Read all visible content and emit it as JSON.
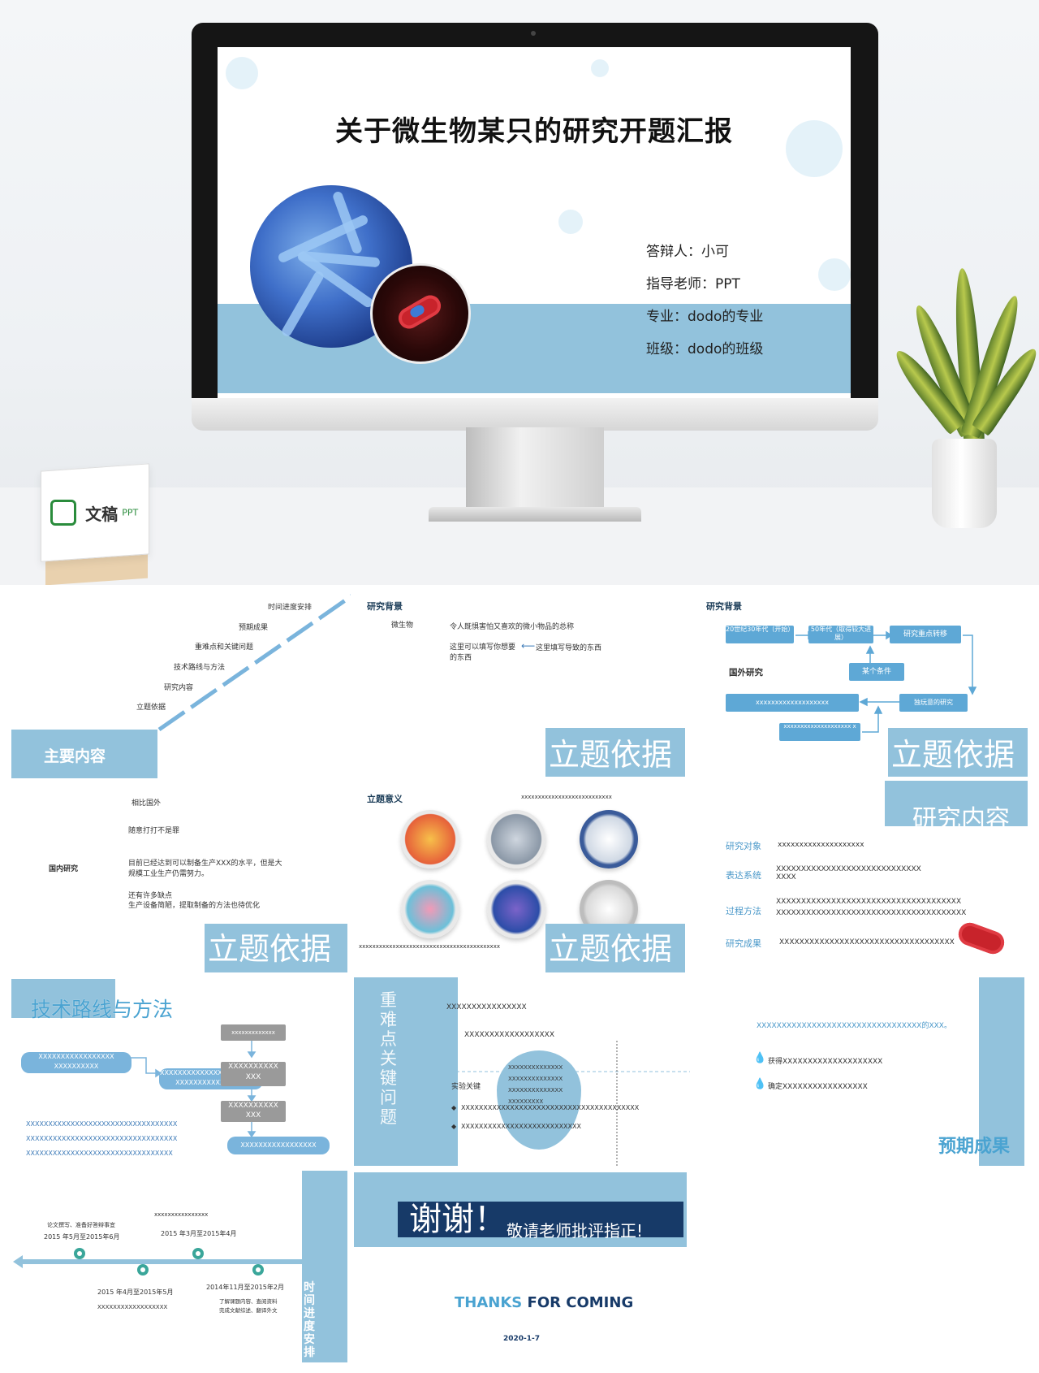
{
  "hero": {
    "title": "关于微生物某只的研究开题汇报",
    "defense": "答辩人：小可",
    "advisor": "指导老师：PPT",
    "major": "专业：dodo的专业",
    "class": "班级：dodo的班级",
    "logo_text": "文稿",
    "logo_sub": "PPT",
    "colors": {
      "accent": "#92c2dc",
      "dark": "#151515"
    }
  },
  "toc": {
    "items": [
      "时间进度安排",
      "预期成果",
      "重难点和关键问题",
      "技术路线与方法",
      "研究内容",
      "立题依据"
    ],
    "label": "主要内容"
  },
  "bg1": {
    "heading": "研究背景",
    "term": "微生物",
    "desc": "令人既惧害怕又喜欢的微小物品的总称",
    "note1": "这里可以填写你想要的东西",
    "note2": "这里填写导致的东西",
    "title": "立题依据"
  },
  "bg2": {
    "heading": "研究背景",
    "n1": "20世纪30年代（开始）",
    "n2": "50年代（取得较大进展）",
    "n3": "研究重点转移",
    "n4": "某个条件",
    "n5": "独玩意的研究",
    "n6": "xxxxxxxxxxxxxxxxxxx",
    "n7": "xxxxxxxxxxxxxxxxxxxx x",
    "label": "国外研究",
    "title": "立题依据"
  },
  "domestic": {
    "compare": "相比国外",
    "line1": "随意打打不是罪",
    "label": "国内研究",
    "line2": "目前已经达到可以制备生产XXX的水平，但是大规模工业生产仍需努力。",
    "line3": "还有许多缺点",
    "line4": "生产设备简陋，提取制备的方法也待优化",
    "title": "立题依据"
  },
  "meaning": {
    "heading": "立题意义",
    "top": "xxxxxxxxxxxxxxxxxxxxxxxxxxx",
    "bottom": "xxxxxxxxxxxxxxxxxxxxxxxxxxxxxxxxxxxxxxxxxx",
    "title": "立题依据"
  },
  "content": {
    "title": "研究内容",
    "rows": [
      {
        "k": "研究对象",
        "v": "xxxxxxxxxxxxxxxxxxxx"
      },
      {
        "k": "表达系统",
        "v": "XXXXXXXXXXXXXXXXXXXXXXXXXXXXX XXXX"
      },
      {
        "k": "过程方法",
        "v": "XXXXXXXXXXXXXXXXXXXXXXXXXXXXXXXXXXXXX XXXXXXXXXXXXXXXXXXXXXXXXXXXXXXXXXXXXXX"
      },
      {
        "k": "研究成果",
        "v": "XXXXXXXXXXXXXXXXXXXXXXXXXXXXXXXXXXX"
      }
    ]
  },
  "route": {
    "title": "技术路线与方法",
    "b1": "XXXXXXXXXXXXXXXXX XXXXXXXXXX",
    "b2": "XXXXXXXXXXXXXXXXXXXXXXX XXXXXXXXXXXXXXXX",
    "b3": "xxxxxxxxxxxxx",
    "b4": "XXXXXXXXXX XXX",
    "b5": "XXXXXXXXXX XXX",
    "b6": "XXXXXXXXXXXXXXXXX",
    "l1": "XXXXXXXXXXXXXXXXXXXXXXXXXXXXXXXXXX",
    "l2": "XXXXXXXXXXXXXXXXXXXXXXXXXXXXXXXXXX",
    "l3": "XXXXXXXXXXXXXXXXXXXXXXXXXXXXXXXXX"
  },
  "key": {
    "vertical": "重难点关键问题",
    "a": "XXXXXXXXXXXXXXXX",
    "b": "XXXXXXXXXXXXXXXXXX",
    "key_label": "实验关键",
    "drop_lines": [
      "XXXXXXXXXXXXXX",
      "XXXXXXXXXXXXXX",
      "XXXXXXXXXXXXXX",
      "XXXXXXXXX"
    ],
    "bullet1": "XXXXXXXXXXXXXXXXXXXXXXXXXXXXXXXXXXXXXXXX",
    "bullet2": "XXXXXXXXXXXXXXXXXXXXXXXXXXX"
  },
  "result": {
    "top": "XXXXXXXXXXXXXXXXXXXXXXXXXXXXXXXXX的XXX。",
    "r1": "获得XXXXXXXXXXXXXXXXXXXX",
    "r2": "确定XXXXXXXXXXXXXXXXX",
    "title": "预期成果"
  },
  "timeline": {
    "vertical": "时间进度安排",
    "top_note": "xxxxxxxxxxxxxxxx",
    "e1_note": "论文撰写、准备好答辩事宜",
    "e1_date": "2015 年5月至2015年6月",
    "e2_date": "2015 年3月至2015年4月",
    "e3_date": "2015 年4月至2015年5月",
    "e3_note": "XXXXXXXXXXXXXXXXXX",
    "e4_date": "2014年11月至2015年2月",
    "e4_note": "了解课题内容、查阅资料完成文献综述、翻译外文"
  },
  "thanks": {
    "main": "谢谢！",
    "sub": "敬请老师批评指正!",
    "thanks_for": "THANKS",
    "for_coming": "FOR COMING",
    "date": "2020-1-7"
  }
}
